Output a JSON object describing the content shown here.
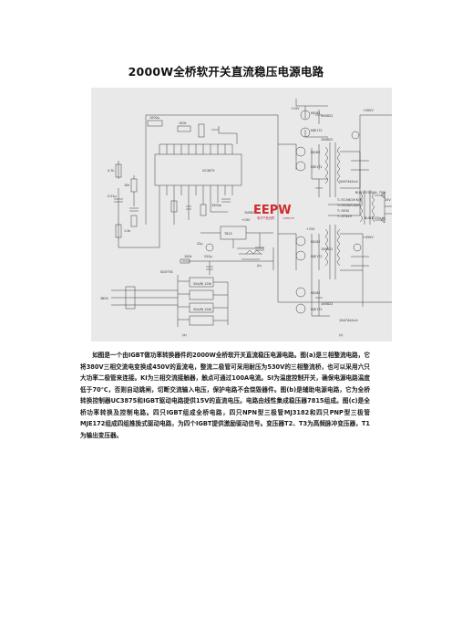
{
  "document": {
    "title": "2000W全桥软开关直流稳压电源电路",
    "paragraph": "如图是一个由IGBT做功率转换器件的2000W全桥软开关直流稳压电源电路。图(a)是三相整流电路，它将380V三相交流电变换成450V的直流电，整流二极管可采用耐压为530V的三相整流桥，也可以采用六只大功率二极管来连接。KI为三相交流接触器，触点可通过100A电流。SI为温度控制开关，确保电源电路温度低于70℃，否则自动跳闸，切断交流输入电压，保护电路不会烧毁器件。图(b)是辅助电源电路，它为全桥转换控制器UC3875和IGBT驱动电路提供15V的直流电压。电路由线性集成稳压器7815组成。图(c)是全桥功率转换及控制电路。四只IGBT组成全桥电路，四只NPN型三极管MJ3182和四只PNP型三极管MJE172组成四组推挽式驱动电路，为四个IGBT提供激励驱动信号。变压器T2、T3为高频脉冲变压器，T1为输出变压器。"
  },
  "schematic": {
    "watermark_brand": "EEPW",
    "watermark_site": "电子产品世界",
    "watermark_url": ".com.cn",
    "labels": {
      "ic_main": "UC3875",
      "regulator": "7815",
      "transistor_npn_1": "MJ182",
      "transistor_npn_2": "MJ182",
      "transistor_npn_3": "MJ182",
      "transistor_npn_4": "MJ182",
      "transistor_pnp_1": "MJE172",
      "transistor_pnp_2": "MJE172",
      "transistor_pnp_3": "MJE172",
      "transistor_pnp_4": "MJE172",
      "diode_1": "1N5822",
      "diode_2": "1N5822",
      "diode_3": "1N5822",
      "diode_4": "1N5822",
      "zener_1": "1N4744A×4",
      "zener_2": "1N4744A×4",
      "supply_1": "+15V",
      "supply_2": "+15V",
      "supply_3": "+15V",
      "supply_4": "+450V",
      "supply_5": "+450V",
      "output_v": "15V",
      "output_label": "BUR1570×4",
      "rectifier": "BUR1570/50A, 70W",
      "fig_a": "(a)",
      "fig_b": "(b)",
      "fig_c": "(c)",
      "input_v": "380V",
      "cap_1": "1000μ",
      "res_1": "100k",
      "res_2": "4.7k",
      "res_3": "10k",
      "res_4": "1.5k",
      "cap_2": "0.01μ",
      "cap_3": "3300p",
      "cap_4": "22μ",
      "trafo_spec_1": "T₂ E13/6/26 K(R)",
      "trafo_spec_2": "T₃ EE28/R26(R)",
      "trafo_spec_3": "T₁ EE30",
      "trafo_spec_4": "Tₓ ETD29",
      "surge_1": "SDOTTA",
      "ac_cap_1": "50A/RJ 12W",
      "ac_cap_2": "50A/RJ 12W",
      "ctrl_1": "1N5822",
      "ctrl_2": "100k",
      "ctrl_3": "220μ"
    }
  }
}
